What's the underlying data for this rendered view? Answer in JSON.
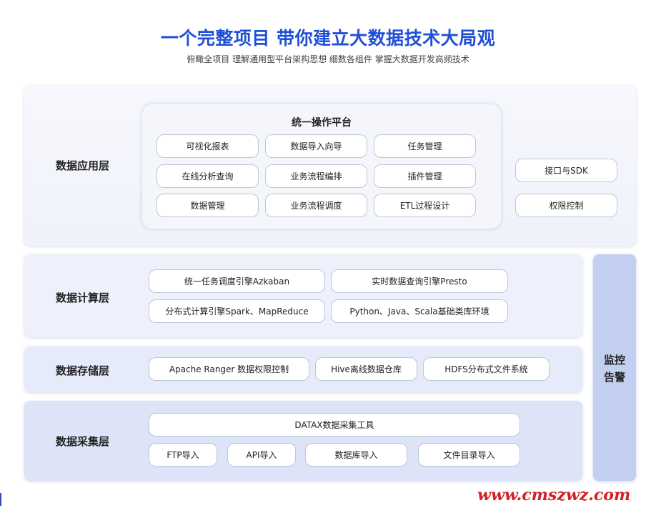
{
  "header": {
    "title": "一个完整项目 带你建立大数据技术大局观",
    "subtitle": "俯瞰全项目 理解通用型平台架构思想 细数各组件 掌握大数据开发高频技术"
  },
  "layers": {
    "application": {
      "label": "数据应用层",
      "platform_title": "统一操作平台",
      "platform_items": [
        "可视化报表",
        "数据导入向导",
        "任务管理",
        "在线分析查询",
        "业务流程编排",
        "插件管理",
        "数据管理",
        "业务流程调度",
        "ETL过程设计"
      ],
      "side_items": [
        "接口与SDK",
        "权限控制"
      ]
    },
    "compute": {
      "label": "数据计算层",
      "items": [
        "统一任务调度引擎Azkaban",
        "实时数据查询引擎Presto",
        "分布式计算引擎Spark、MapReduce",
        "Python、Java、Scala基础类库环境"
      ]
    },
    "storage": {
      "label": "数据存储层",
      "items": [
        "Apache Ranger 数据权限控制",
        "Hive离线数据仓库",
        "HDFS分布式文件系统"
      ]
    },
    "collection": {
      "label": "数据采集层",
      "top_item": "DATAX数据采集工具",
      "items": [
        "FTP导入",
        "API导入",
        "数据库导入",
        "文件目录导入"
      ]
    }
  },
  "monitor": {
    "line1": "监控",
    "line2": "告警"
  },
  "watermark": "www.cmszwz.com",
  "colors": {
    "title": "#1f4fd6",
    "monitor_bg": "#c3cff0",
    "watermark": "#d42020"
  }
}
